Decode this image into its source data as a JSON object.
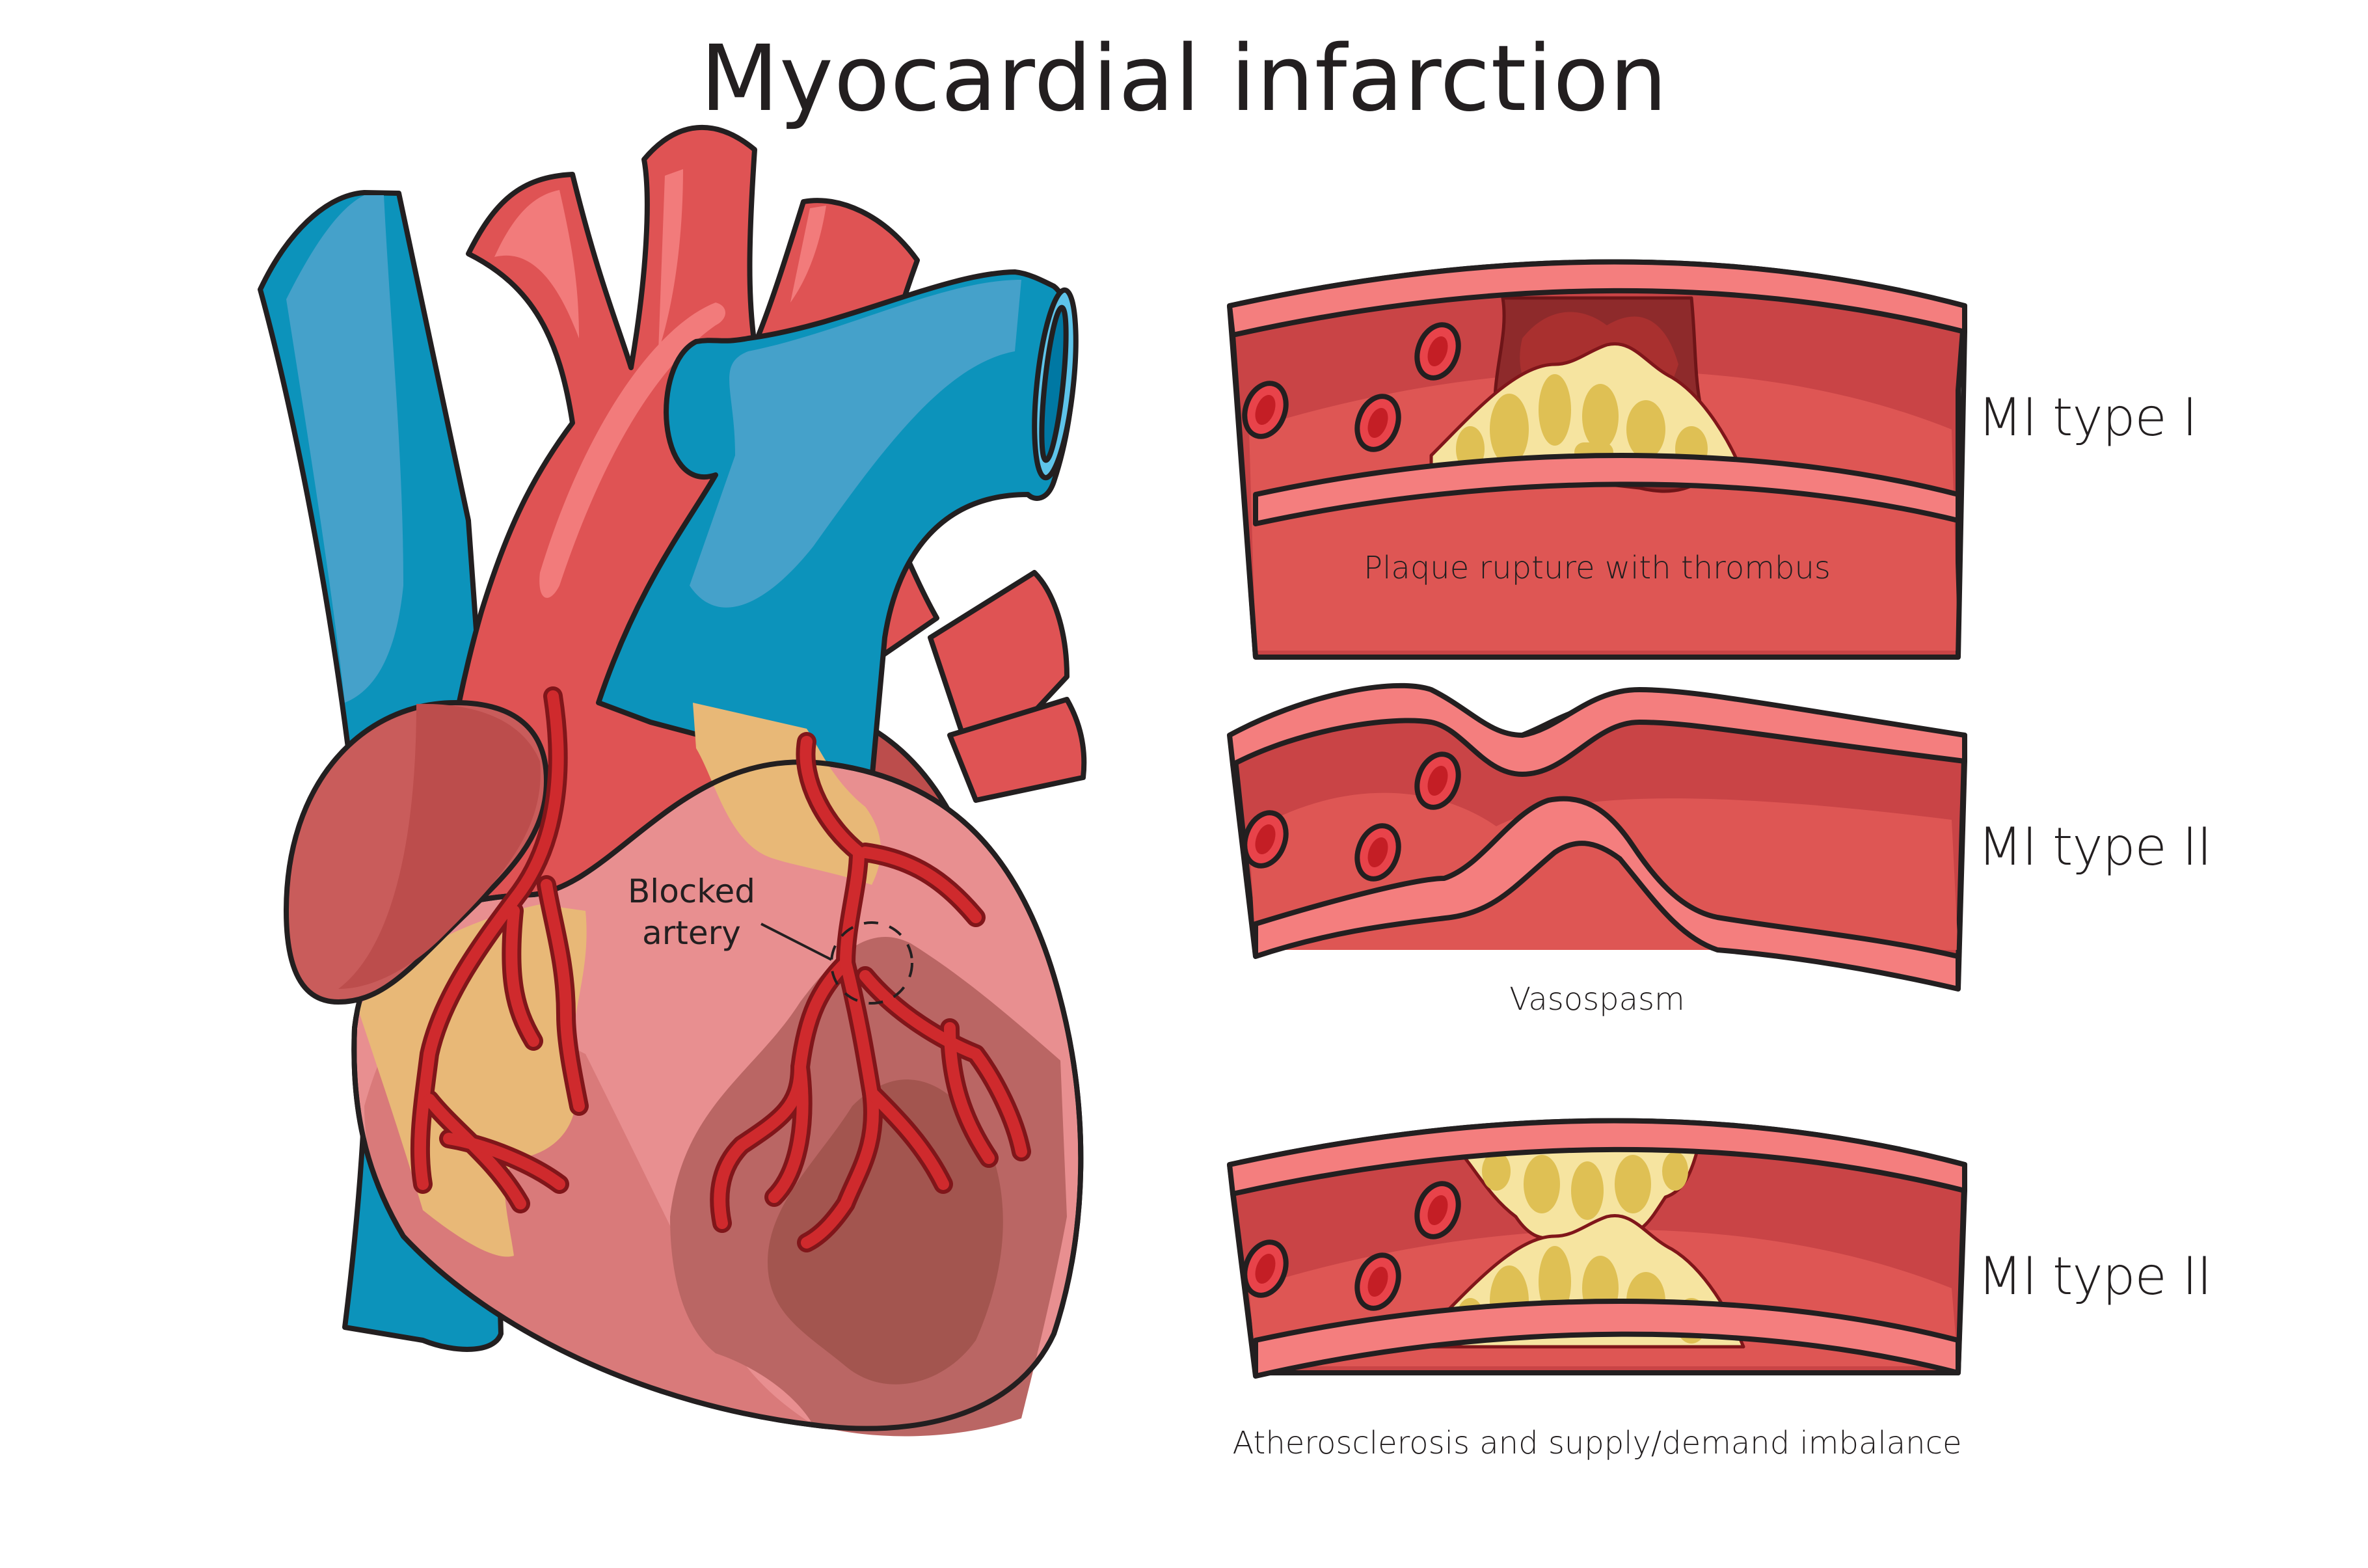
{
  "title": "Myocardial infarction",
  "heart": {
    "annotation": {
      "line1": "Blocked",
      "line2": "artery"
    }
  },
  "panels": [
    {
      "type_label": "MI type I",
      "caption": "Plaque rupture with thrombus"
    },
    {
      "type_label": "MI type II",
      "caption": "Vasospasm"
    },
    {
      "type_label": "MI type II",
      "caption": "Atherosclerosis and supply/demand imbalance"
    }
  ],
  "colors": {
    "outline": "#231f20",
    "vessel_wall": "#f47e7e",
    "vessel_lumen_dark": "#c94446",
    "vessel_lumen_light": "#de5654",
    "plaque_base": "#f6e4a0",
    "plaque_fat": "#dfc054",
    "thrombus": "#8e2a2b",
    "thrombus_inner": "#a9302f",
    "rbc": "#e8434a",
    "rbc_inner": "#c41e25",
    "vein_blue": "#0c93bb",
    "vein_blue_light": "#45a1ca",
    "aorta_red": "#df5354",
    "aorta_highlight": "#f27b7b",
    "myocardium": "#e88f90",
    "myocardium_shade": "#d97a7a",
    "infarct": "#ba6664",
    "infarct_core": "#a3554f",
    "fat": "#e8b877",
    "atrium": "#bc4d4c",
    "coronary": "#cf2a2d",
    "coronary_outline": "#80161a"
  }
}
